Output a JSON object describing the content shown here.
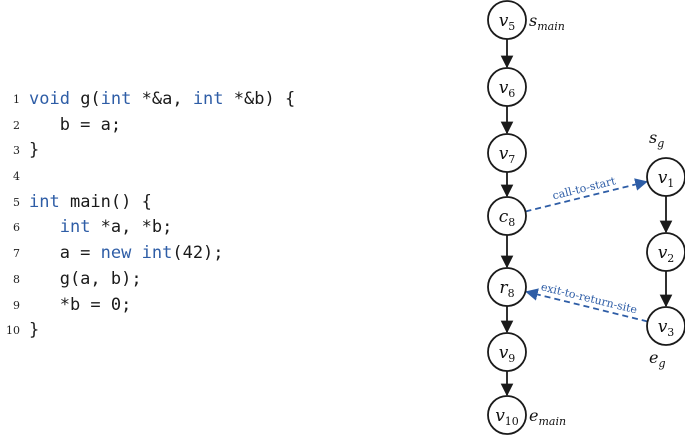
{
  "code": {
    "lines": [
      {
        "num": "1",
        "parts": [
          {
            "t": "void",
            "k": 1
          },
          {
            "t": " g("
          },
          {
            "t": "int",
            "k": 1
          },
          {
            "t": " *&a, "
          },
          {
            "t": "int",
            "k": 1
          },
          {
            "t": " *&b) {"
          }
        ]
      },
      {
        "num": "2",
        "parts": [
          {
            "t": "   b = a;"
          }
        ]
      },
      {
        "num": "3",
        "parts": [
          {
            "t": "}"
          }
        ]
      },
      {
        "num": "4",
        "parts": []
      },
      {
        "num": "5",
        "parts": [
          {
            "t": "int",
            "k": 1
          },
          {
            "t": " main() {"
          }
        ]
      },
      {
        "num": "6",
        "parts": [
          {
            "t": "   "
          },
          {
            "t": "int",
            "k": 1
          },
          {
            "t": " *a, *b;"
          }
        ]
      },
      {
        "num": "7",
        "parts": [
          {
            "t": "   a = "
          },
          {
            "t": "new",
            "k": 1
          },
          {
            "t": " "
          },
          {
            "t": "int",
            "k": 1
          },
          {
            "t": "(42);"
          }
        ]
      },
      {
        "num": "8",
        "parts": [
          {
            "t": "   g(a, b);"
          }
        ]
      },
      {
        "num": "9",
        "parts": [
          {
            "t": "   *b = 0;"
          }
        ]
      },
      {
        "num": "10",
        "parts": [
          {
            "t": "}"
          }
        ]
      }
    ]
  },
  "graph": {
    "nodes": [
      {
        "id": "v5",
        "base": "v",
        "sub": "5"
      },
      {
        "id": "v6",
        "base": "v",
        "sub": "6"
      },
      {
        "id": "v7",
        "base": "v",
        "sub": "7"
      },
      {
        "id": "c8",
        "base": "c",
        "sub": "8"
      },
      {
        "id": "r8",
        "base": "r",
        "sub": "8"
      },
      {
        "id": "v9",
        "base": "v",
        "sub": "9"
      },
      {
        "id": "v10",
        "base": "v",
        "sub": "10"
      },
      {
        "id": "v1",
        "base": "v",
        "sub": "1"
      },
      {
        "id": "v2",
        "base": "v",
        "sub": "2"
      },
      {
        "id": "v3",
        "base": "v",
        "sub": "3"
      }
    ],
    "edges": [
      [
        "v5",
        "v6"
      ],
      [
        "v6",
        "v7"
      ],
      [
        "v7",
        "c8"
      ],
      [
        "c8",
        "r8"
      ],
      [
        "r8",
        "v9"
      ],
      [
        "v9",
        "v10"
      ],
      [
        "v1",
        "v2"
      ],
      [
        "v2",
        "v3"
      ]
    ],
    "interprocedural": [
      {
        "from": "c8",
        "to": "v1",
        "label": "call-to-start"
      },
      {
        "from": "v3",
        "to": "r8",
        "label": "exit-to-return-site"
      }
    ],
    "annotations": [
      {
        "node": "v5",
        "base": "s",
        "sub": "main"
      },
      {
        "node": "v10",
        "base": "e",
        "sub": "main"
      },
      {
        "node": "v1",
        "base": "s",
        "sub": "g"
      },
      {
        "node": "v3",
        "base": "e",
        "sub": "g"
      }
    ],
    "colors": {
      "interprocedural": "#2e5da6",
      "keyword": "#2e5da6"
    }
  }
}
